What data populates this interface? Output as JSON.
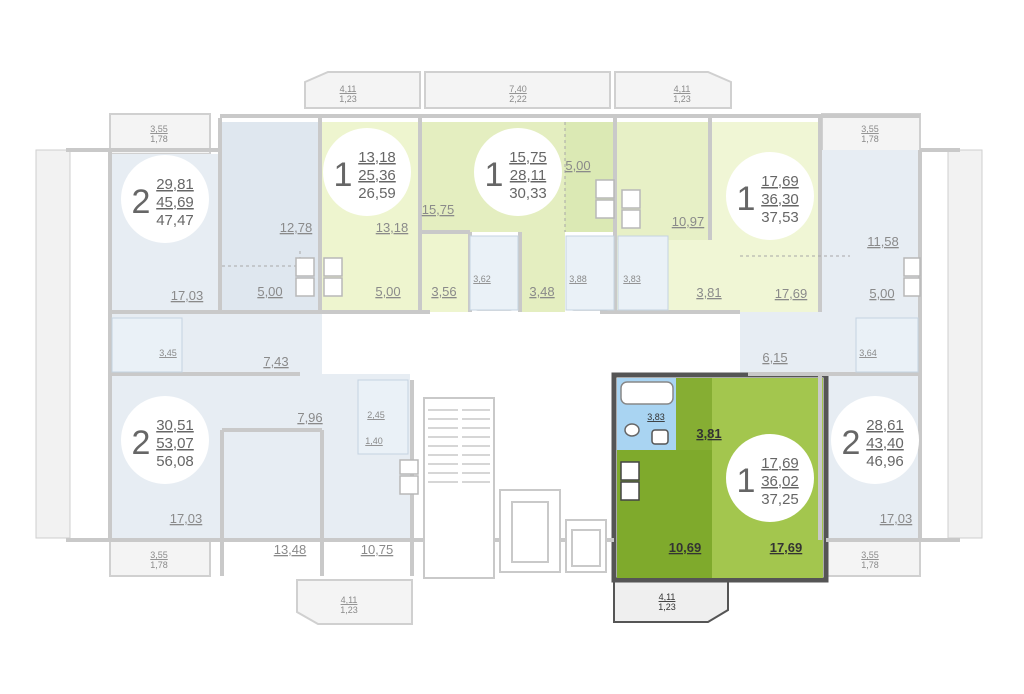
{
  "colors": {
    "blue_apartment": "#e7edf3",
    "blue_room": "#dde6ef",
    "lime_light": "#eef5cf",
    "lime_mid": "#e4eec0",
    "lime_kitchen": "#d6e6a8",
    "highlight_dark": "#7faa2c",
    "highlight_light": "#9cc246",
    "wall": "#cfcfcf",
    "wall_dark": "#555555",
    "text_grey": "#8a8a8a",
    "text_dark": "#333333",
    "bathroom_highlight": "#a9d4f2"
  },
  "badges": [
    {
      "id": "apt-left-top",
      "rooms": "2",
      "living": "29,81",
      "total": "45,69",
      "total_balcony": "47,47"
    },
    {
      "id": "apt-1a",
      "rooms": "1",
      "living": "13,18",
      "total": "25,36",
      "total_balcony": "26,59"
    },
    {
      "id": "apt-1b",
      "rooms": "1",
      "living": "15,75",
      "total": "28,11",
      "total_balcony": "30,33"
    },
    {
      "id": "apt-1c",
      "rooms": "1",
      "living": "17,69",
      "total": "36,30",
      "total_balcony": "37,53"
    },
    {
      "id": "apt-left-bottom",
      "rooms": "2",
      "living": "30,51",
      "total": "53,07",
      "total_balcony": "56,08"
    },
    {
      "id": "apt-highlight",
      "rooms": "1",
      "living": "17,69",
      "total": "36,02",
      "total_balcony": "37,25"
    },
    {
      "id": "apt-right-bottom",
      "rooms": "2",
      "living": "28,61",
      "total": "43,40",
      "total_balcony": "46,96"
    }
  ],
  "room_areas": [
    "12,78",
    "13,18",
    "15,75",
    "5,00",
    "10,97",
    "11,58",
    "17,03",
    "5,00",
    "5,00",
    "3,56",
    "3,48",
    "3,81",
    "17,69",
    "5,00",
    "7,43",
    "6,15",
    "7,96",
    "3,81",
    "17,03",
    "13,48",
    "10,75",
    "10,69",
    "17,69",
    "17,03"
  ],
  "bathroom_areas": [
    "3,62",
    "3,88",
    "3,83",
    "3,45",
    "3,64",
    "2,45",
    "1,40",
    "3,83"
  ],
  "balconies": [
    {
      "a": "4,11",
      "b": "1,23"
    },
    {
      "a": "7,40",
      "b": "2,22"
    },
    {
      "a": "4,11",
      "b": "1,23"
    },
    {
      "a": "3,55",
      "b": "1,78"
    },
    {
      "a": "3,55",
      "b": "1,78"
    },
    {
      "a": "3,55",
      "b": "1,78"
    },
    {
      "a": "4,11",
      "b": "1,23"
    },
    {
      "a": "3,55",
      "b": "1,78"
    },
    {
      "a": "4,11",
      "b": "1,23"
    }
  ]
}
